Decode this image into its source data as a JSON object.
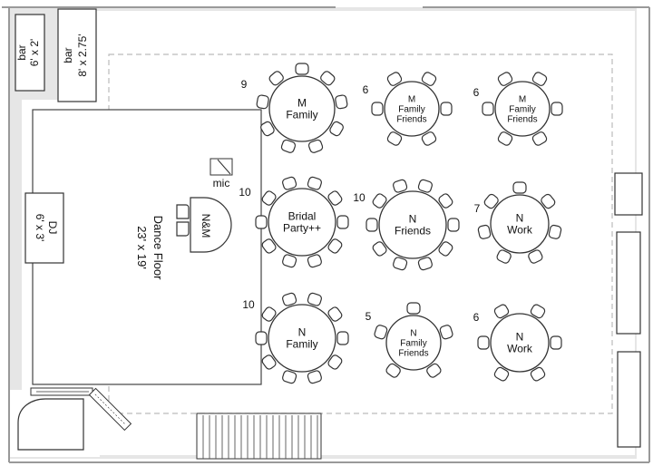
{
  "bars": [
    {
      "name": "bar",
      "size": "6' x 2'"
    },
    {
      "name": "bar",
      "size": "8' x 2.75'"
    }
  ],
  "dj": {
    "name": "DJ",
    "size": "6' x 3'"
  },
  "dance_floor": {
    "title": "Dance Floor",
    "size": "23' x 19'"
  },
  "mic": "mic",
  "sweetheart": "N&M",
  "tables": [
    {
      "count": "9",
      "lines": [
        "M",
        "Family"
      ]
    },
    {
      "count": "6",
      "lines": [
        "M",
        "Family",
        "Friends"
      ]
    },
    {
      "count": "6",
      "lines": [
        "M",
        "Family",
        "Friends"
      ]
    },
    {
      "count": "10",
      "lines": [
        "Bridal",
        "Party++"
      ]
    },
    {
      "count": "10",
      "lines": [
        "N",
        "Friends"
      ]
    },
    {
      "count": "7",
      "lines": [
        "N",
        "Work"
      ]
    },
    {
      "count": "10",
      "lines": [
        "N",
        "Family"
      ]
    },
    {
      "count": "5",
      "lines": [
        "N",
        "Family",
        "Friends"
      ]
    },
    {
      "count": "6",
      "lines": [
        "N",
        "Work"
      ]
    }
  ]
}
